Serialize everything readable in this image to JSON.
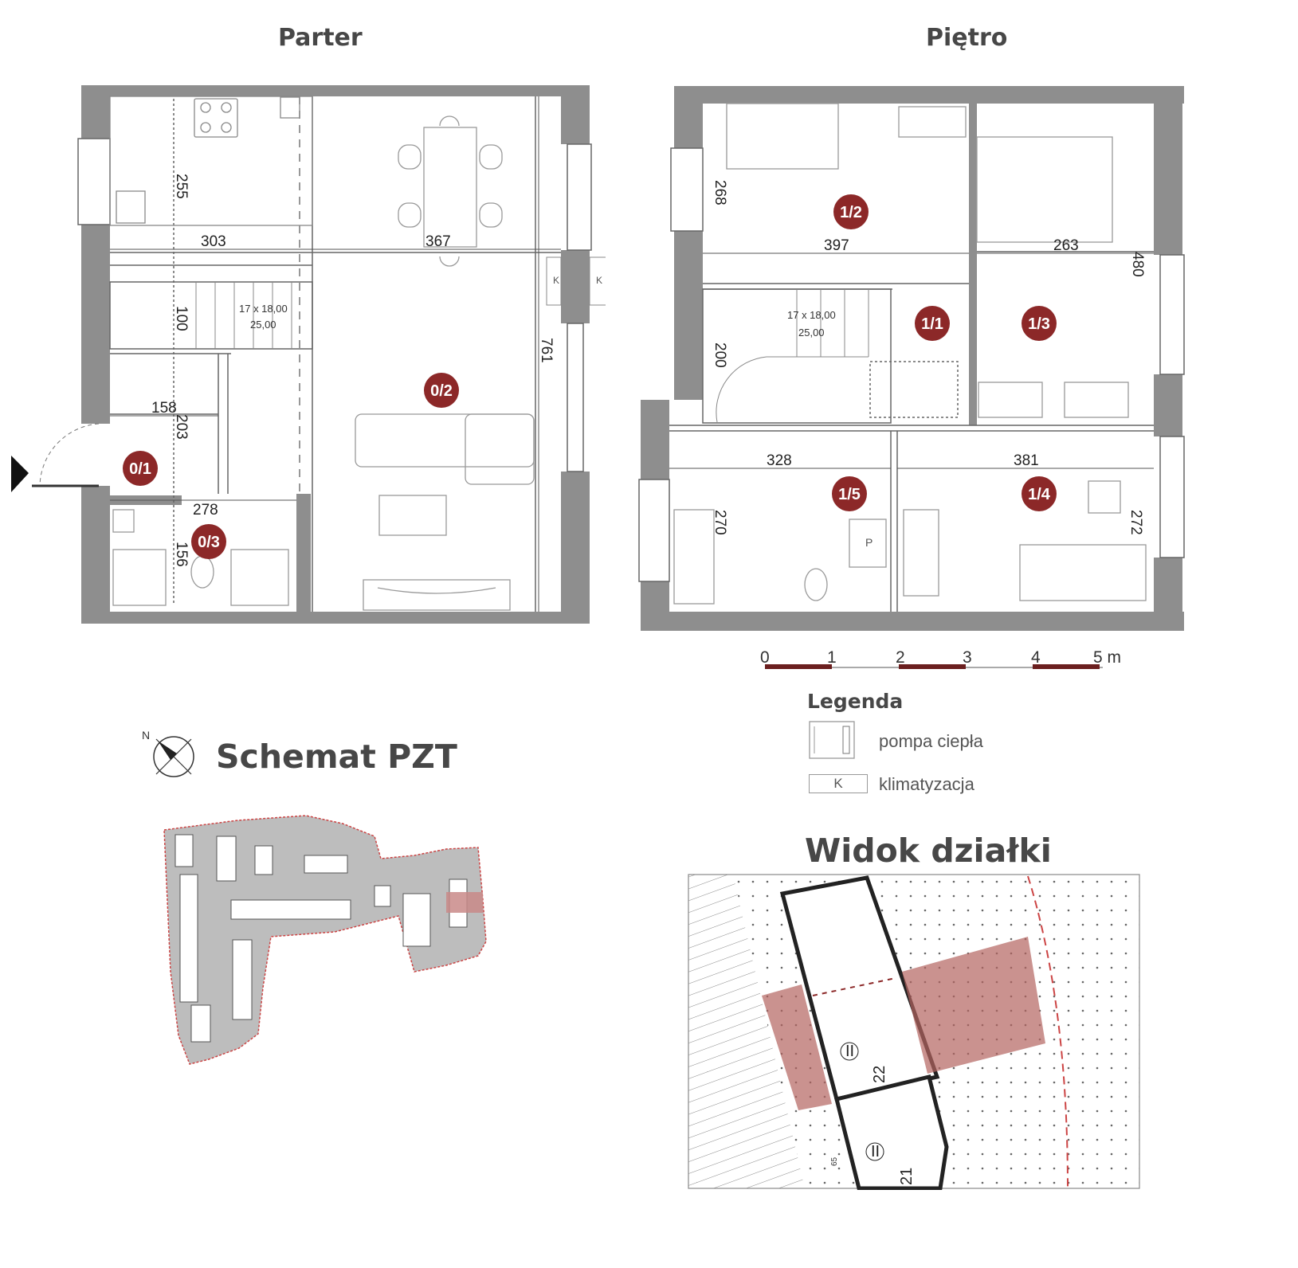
{
  "floors": {
    "ground": {
      "title": "Parter",
      "rooms": [
        "0/1",
        "0/2",
        "0/3"
      ],
      "dimensions": [
        "255",
        "303",
        "367",
        "100",
        "761",
        "158",
        "203",
        "278",
        "156"
      ],
      "stair_label": [
        "17 x 18,00",
        "25,00"
      ],
      "ac_units": [
        "K",
        "K"
      ]
    },
    "upper": {
      "title": "Piętro",
      "rooms": [
        "1/1",
        "1/2",
        "1/3",
        "1/4",
        "1/5"
      ],
      "dimensions": [
        "268",
        "397",
        "263",
        "480",
        "200",
        "328",
        "381",
        "270",
        "272"
      ],
      "stair_label": [
        "17 x 18,00",
        "25,00"
      ],
      "bathroom_mark": "P"
    }
  },
  "scale": {
    "ticks": [
      "0",
      "1",
      "2",
      "3",
      "4",
      "5 m"
    ]
  },
  "legend": {
    "title": "Legenda",
    "items": [
      {
        "icon": "heat-pump-icon",
        "label": "pompa ciepła"
      },
      {
        "icon": "air-conditioning-icon",
        "symbol": "K",
        "label": "klimatyzacja"
      }
    ]
  },
  "site_scheme": {
    "title": "Schemat PZT",
    "compass_letter": "N"
  },
  "plot_view": {
    "title": "Widok działki",
    "labels": [
      "II",
      "22",
      "II",
      "21",
      "65"
    ]
  },
  "colors": {
    "wall": "#8e8e8e",
    "room_badge": "#8c2828",
    "plot_highlight": "#c98a88",
    "line": "#555555"
  }
}
